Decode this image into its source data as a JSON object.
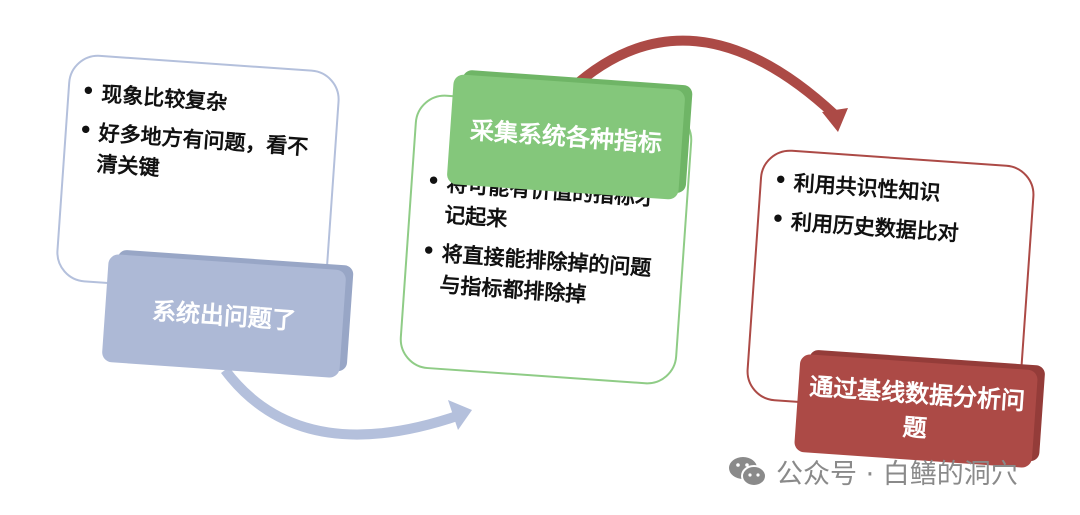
{
  "colors": {
    "blue": "#adb9d6",
    "green": "#84c77b",
    "red": "#ac4a46"
  },
  "steps": [
    {
      "title": "系统出问题了",
      "bullets": [
        "现象比较复杂",
        "好多地方有问题，看不清关键"
      ]
    },
    {
      "title": "采集系统各种指标",
      "bullets": [
        "将可能有价值的指标才记起来",
        "将直接能排除掉的问题与指标都排除掉"
      ]
    },
    {
      "title": "通过基线数据分析问题",
      "bullets": [
        "利用共识性知识",
        "利用历史数据比对"
      ]
    }
  ],
  "watermark": {
    "text": "公众号 · 白鳝的洞穴",
    "icon": "wechat-icon"
  }
}
